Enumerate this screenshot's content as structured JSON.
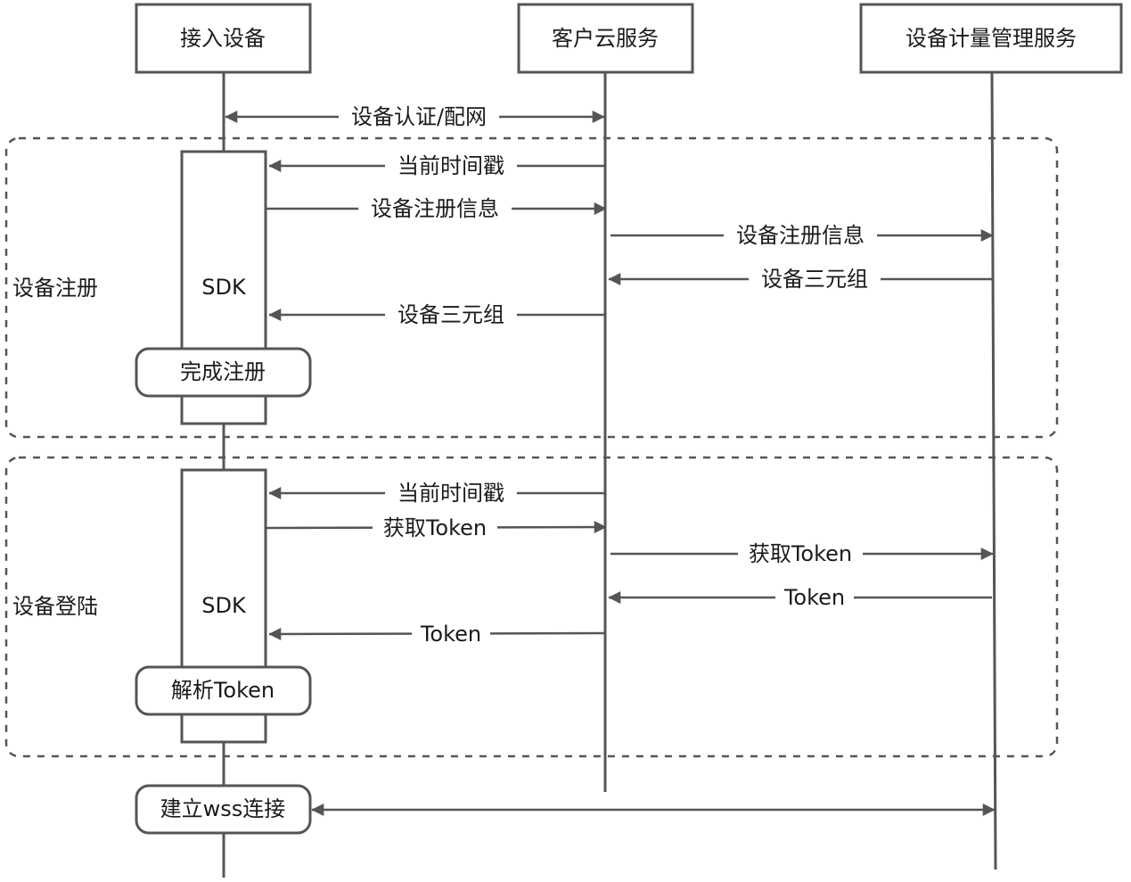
{
  "participants": {
    "device": "接入设备",
    "customer_cloud": "客户云服务",
    "metering": "设备计量管理服务"
  },
  "messages": {
    "auth": "设备认证/配网",
    "reg_timestamp": "当前时间戳",
    "reg_info_1": "设备注册信息",
    "reg_info_2": "设备注册信息",
    "triple_1": "设备三元组",
    "triple_2": "设备三元组",
    "login_timestamp": "当前时间戳",
    "get_token_1": "获取Token",
    "get_token_2": "获取Token",
    "token_1": "Token",
    "token_2": "Token",
    "wss": "建立wss连接"
  },
  "groups": {
    "register": "设备注册",
    "login": "设备登陆"
  },
  "activations": {
    "sdk_1": "SDK",
    "sdk_2": "SDK"
  },
  "notes": {
    "complete_register": "完成注册",
    "parse_token": "解析Token"
  }
}
